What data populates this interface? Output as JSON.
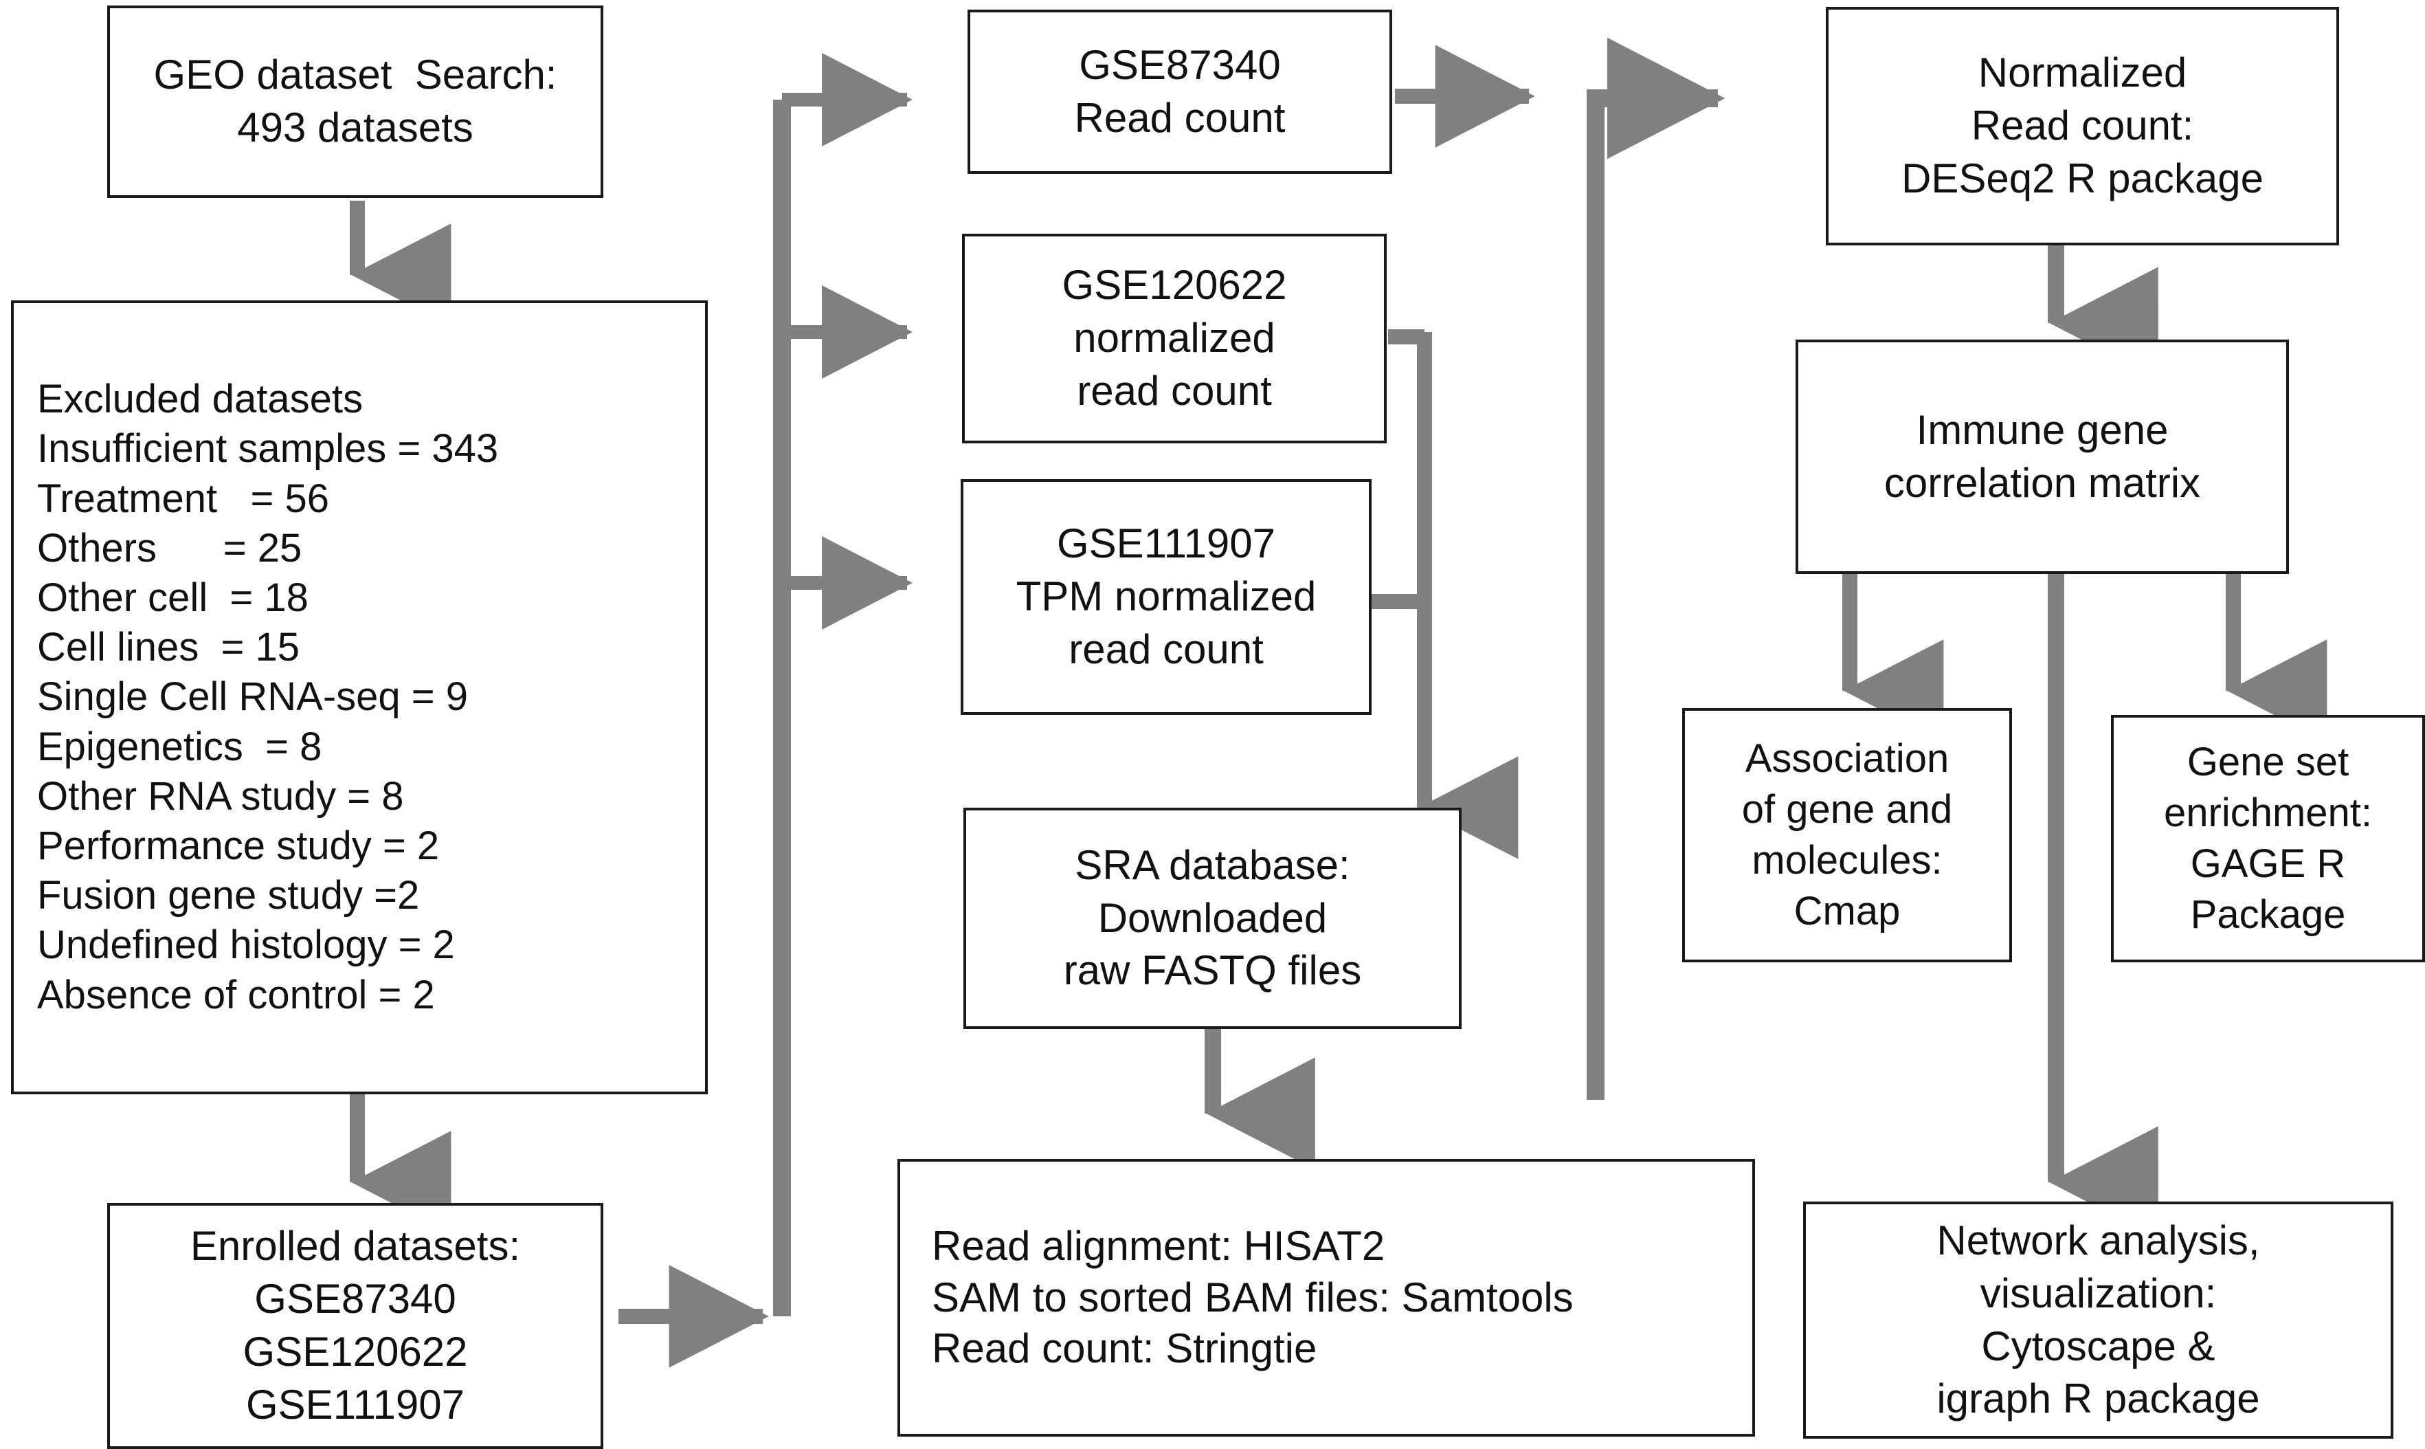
{
  "diagram": {
    "title": "GEO RNA-seq dataset selection and analysis workflow",
    "edge_color": "#808080",
    "box_border_color": "#1a1a1a",
    "text_color": "#111111",
    "background": "#ffffff"
  },
  "nodes": {
    "geo_search": {
      "lines": [
        "GEO dataset  Search:",
        "493 datasets"
      ]
    },
    "excluded": {
      "lines": [
        "Excluded datasets",
        "Insufficient samples = 343",
        "Treatment   = 56",
        "Others      = 25",
        "Other cell  = 18",
        "Cell lines  = 15",
        "Single Cell RNA-seq = 9",
        "Epigenetics  = 8",
        "Other RNA study = 8",
        "Performance study = 2",
        "Fusion gene study =2",
        "Undefined histology = 2",
        "Absence of control = 2"
      ]
    },
    "enrolled": {
      "lines": [
        "Enrolled datasets:",
        "GSE87340",
        "GSE120622",
        "GSE111907"
      ]
    },
    "gse87340": {
      "lines": [
        "GSE87340",
        "Read count"
      ]
    },
    "gse120622": {
      "lines": [
        "GSE120622",
        "normalized",
        "read count"
      ]
    },
    "gse111907": {
      "lines": [
        "GSE111907",
        "TPM normalized",
        "read count"
      ]
    },
    "sra": {
      "lines": [
        "SRA database:",
        "Downloaded",
        "raw FASTQ files"
      ]
    },
    "alignment": {
      "lines": [
        "Read alignment: HISAT2",
        "SAM to sorted BAM files: Samtools",
        "Read count: Stringtie"
      ]
    },
    "normalized": {
      "lines": [
        "Normalized",
        "Read count:",
        "DESeq2 R package"
      ]
    },
    "correlation": {
      "lines": [
        "Immune gene",
        "correlation matrix"
      ]
    },
    "cmap": {
      "lines": [
        "Association",
        "of gene and",
        "molecules:",
        "Cmap"
      ]
    },
    "gage": {
      "lines": [
        "Gene set",
        "enrichment:",
        "GAGE R",
        "Package"
      ]
    },
    "network": {
      "lines": [
        "Network analysis,",
        "visualization:",
        "Cytoscape &",
        "igraph R package"
      ]
    }
  }
}
